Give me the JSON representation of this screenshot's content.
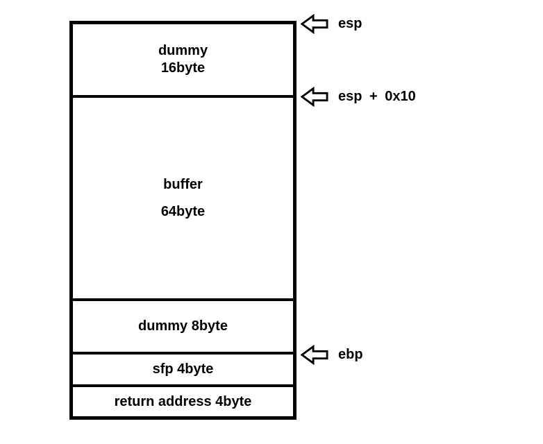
{
  "diagram": {
    "colors": {
      "stroke": "#000000",
      "background": "#ffffff",
      "text": "#000000"
    },
    "stack": {
      "sections": [
        {
          "lines": [
            "dummy",
            "16byte"
          ]
        },
        {
          "lines": [
            "buffer",
            "64byte"
          ]
        },
        {
          "lines": [
            "dummy 8byte"
          ]
        },
        {
          "lines": [
            "sfp 4byte"
          ]
        },
        {
          "lines": [
            "return address 4byte"
          ]
        }
      ]
    },
    "pointers": [
      {
        "label": "esp"
      },
      {
        "label": "esp + 0x10"
      },
      {
        "label": "ebp"
      }
    ]
  }
}
